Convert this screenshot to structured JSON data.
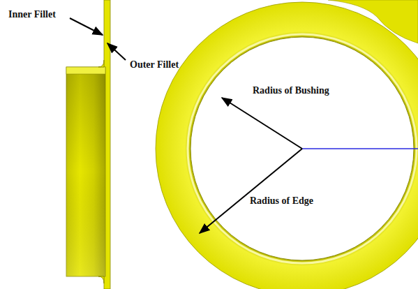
{
  "diagram": {
    "labels": [
      "Inner Fillet",
      "Outer Fillet",
      "Radius of Bushing",
      "Radius of Edge"
    ]
  }
}
